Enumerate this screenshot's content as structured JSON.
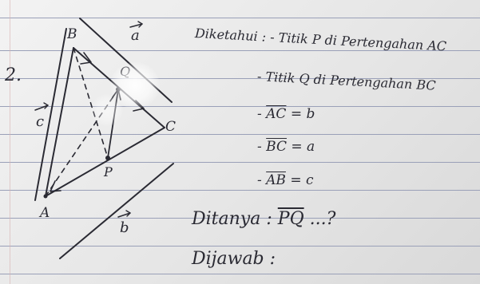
{
  "problem_number": "2.",
  "diagram": {
    "labels": {
      "A": "A",
      "B": "B",
      "C": "C",
      "P": "P",
      "Q": "Q",
      "vec_a": "a",
      "vec_b": "b",
      "vec_c": "c"
    }
  },
  "notes": {
    "diketahui": "Diketahui : - Titik P di Pertengahan AC",
    "titik_q": "- Titik Q di Pertengahan BC",
    "ac": {
      "dash": "-",
      "name": "AC",
      "eq": "= b"
    },
    "bc": {
      "dash": "-",
      "name": "BC",
      "eq": "= a"
    },
    "ab": {
      "dash": "-",
      "name": "AB",
      "eq": "= c"
    },
    "ditanya": {
      "prefix": "Ditanya :",
      "name": "PQ",
      "suffix": "...?"
    },
    "dijawab": "Dijawab :"
  }
}
